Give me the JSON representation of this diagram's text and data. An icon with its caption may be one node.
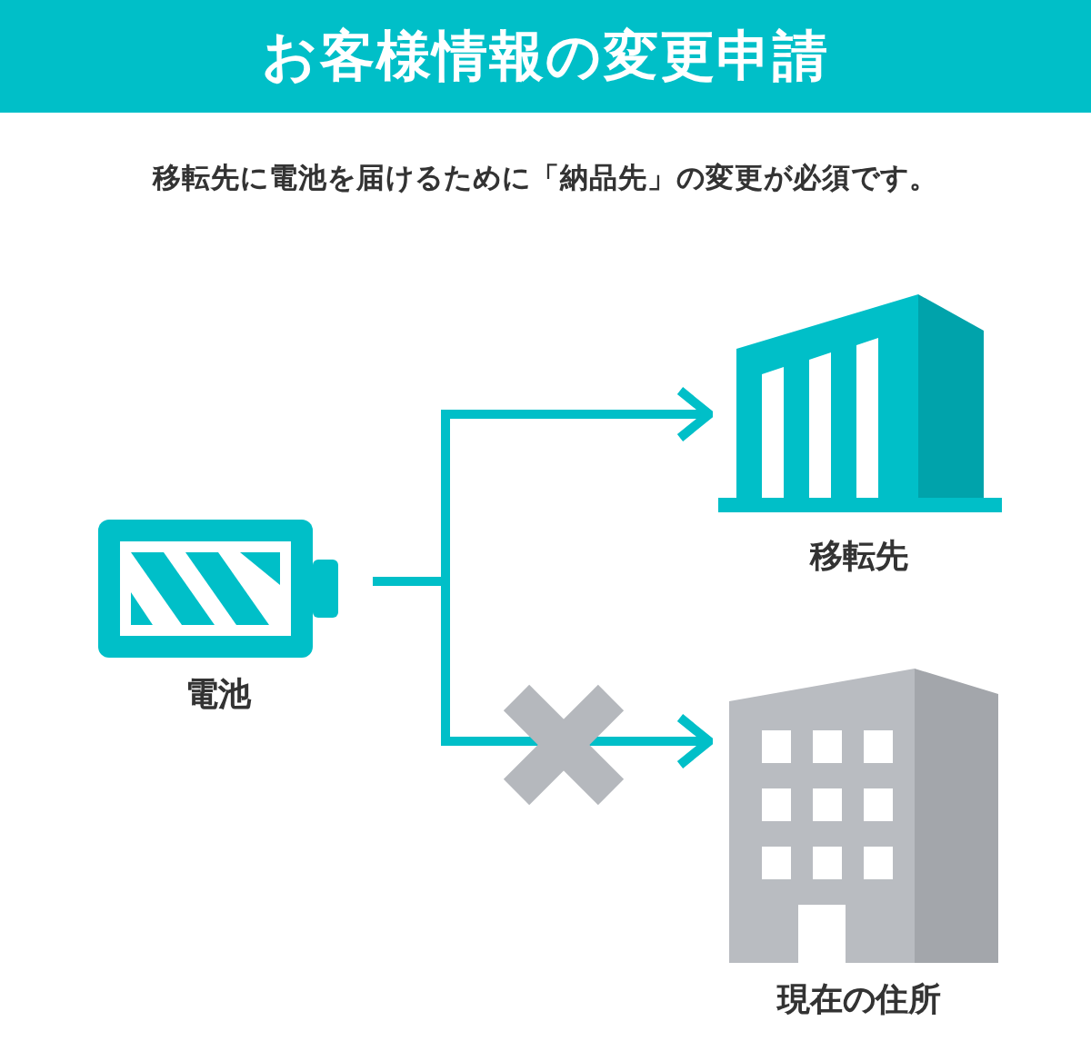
{
  "diagram": {
    "title": "お客様情報の変更申請",
    "nodes": [
      {
        "text": [
          "電池"
        ]
      },
      {
        "text": [
          "移転先"
        ]
      },
      {
        "text": [
          "現在の住所"
        ]
      }
    ],
    "edges": [
      {
        "from": 0,
        "to": 1,
        "arrow": "to"
      },
      {
        "from": 0,
        "to": 2,
        "arrow": "to"
      }
    ],
    "labels": [
      "移転先に電池を届けるために「納品先」の変更が必須です。"
    ]
  }
}
